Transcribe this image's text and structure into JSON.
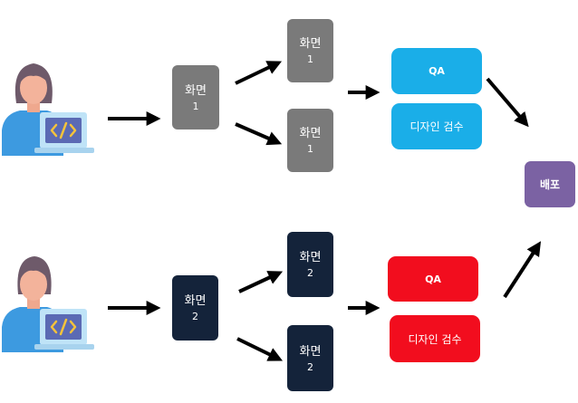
{
  "flow_top": {
    "screen_a": {
      "title": "화면",
      "num": "1"
    },
    "screen_b": {
      "title": "화면",
      "num": "1"
    },
    "screen_c": {
      "title": "화면",
      "num": "1"
    },
    "qa": "QA",
    "design_review": "디자인 검수"
  },
  "flow_bottom": {
    "screen_a": {
      "title": "화면",
      "num": "2"
    },
    "screen_b": {
      "title": "화면",
      "num": "2"
    },
    "screen_c": {
      "title": "화면",
      "num": "2"
    },
    "qa": "QA",
    "design_review": "디자인 검수"
  },
  "deploy": "배포",
  "icons": [
    "developer-icon",
    "code-icon"
  ],
  "colors": {
    "screen_top": "#7a7a7a",
    "screen_bottom": "#14233a",
    "review_top": "#1aaee8",
    "review_bottom": "#f20d1e",
    "deploy": "#7b62a3"
  }
}
